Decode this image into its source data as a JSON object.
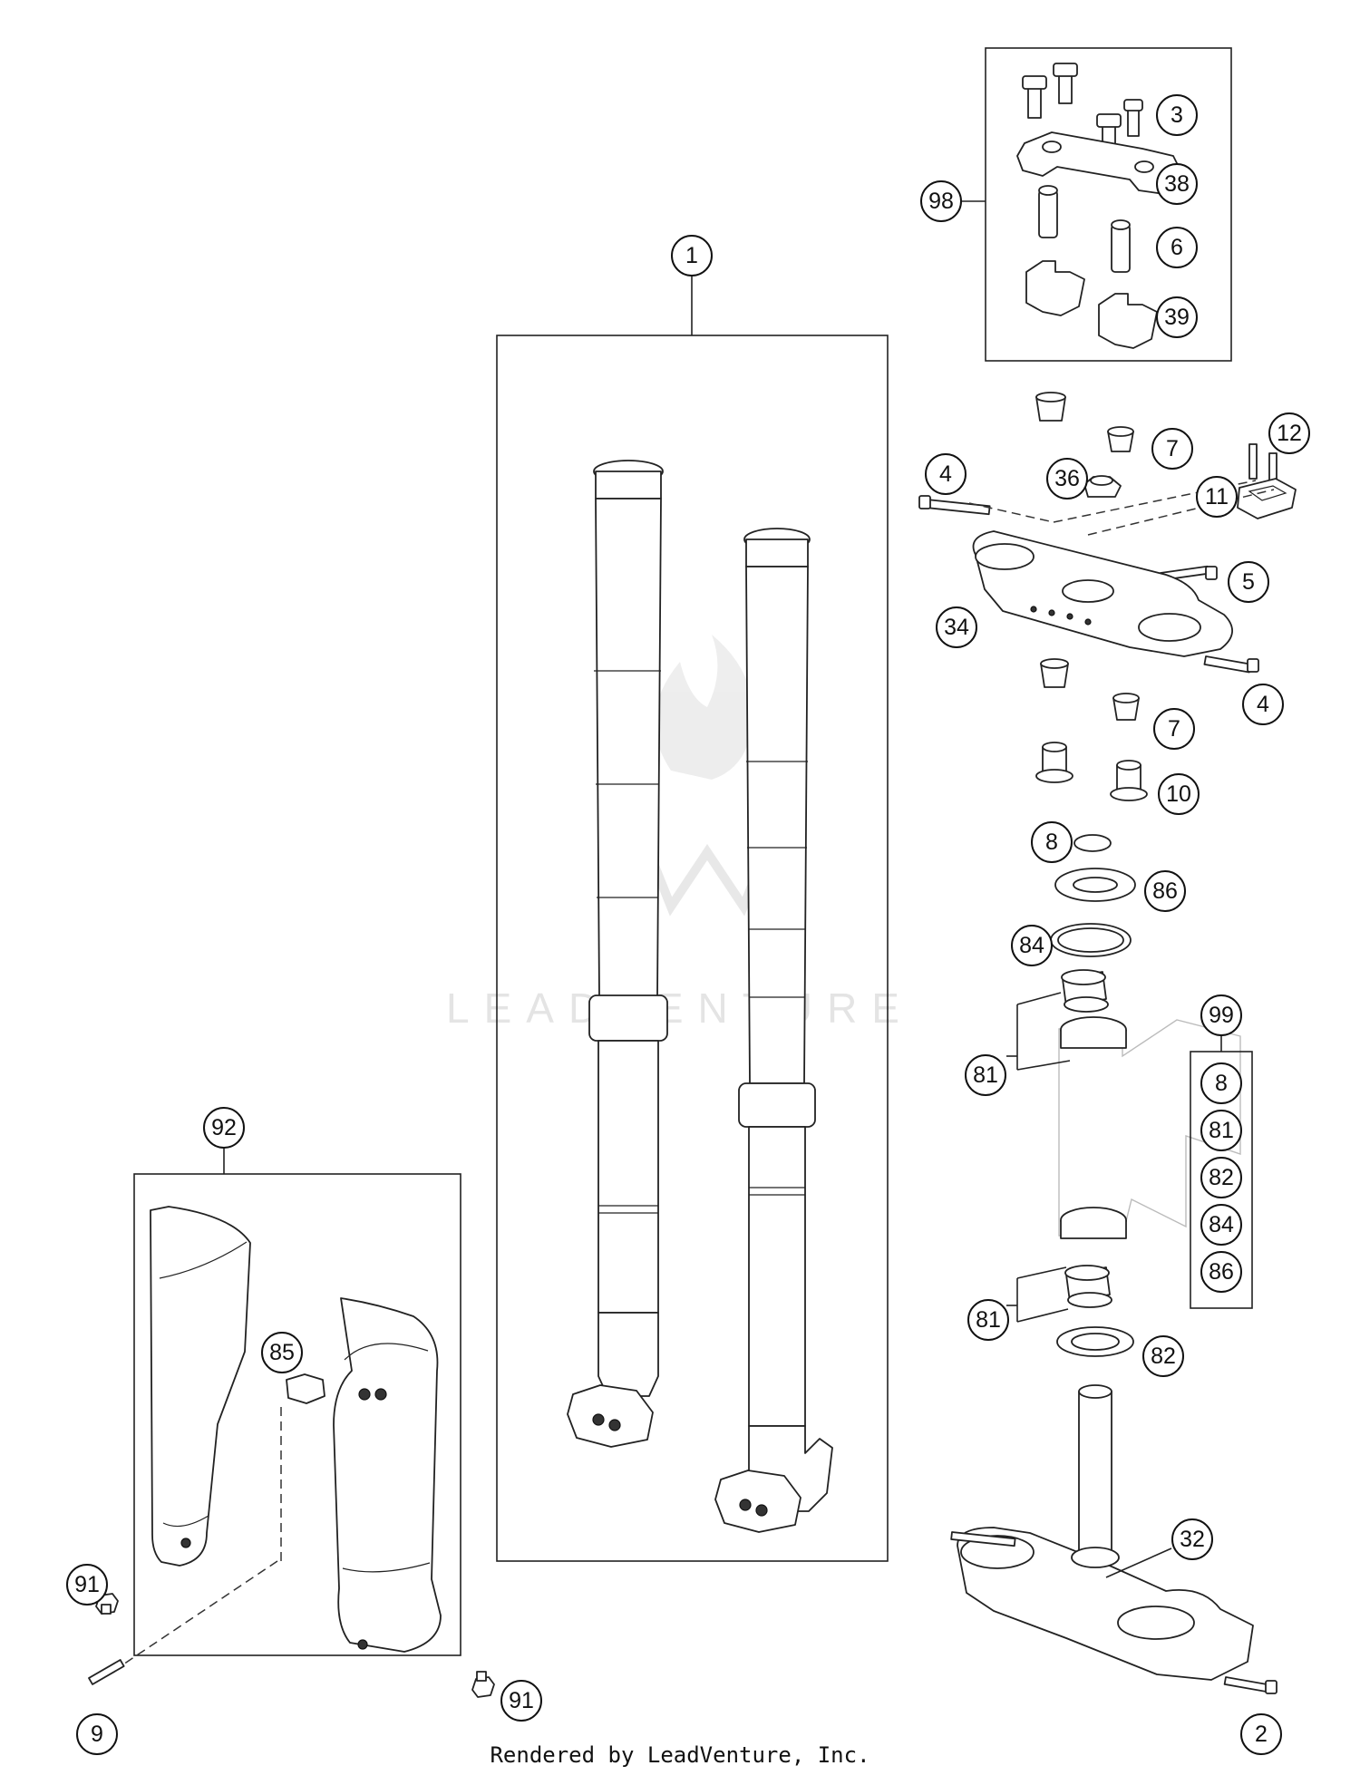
{
  "footer": "Rendered by LeadVenture, Inc.",
  "watermark": "LEADVENTURE",
  "callouts": [
    {
      "id": "c1",
      "label": "1"
    },
    {
      "id": "c2",
      "label": "2"
    },
    {
      "id": "c3",
      "label": "3"
    },
    {
      "id": "c4a",
      "label": "4"
    },
    {
      "id": "c4b",
      "label": "4"
    },
    {
      "id": "c5",
      "label": "5"
    },
    {
      "id": "c6",
      "label": "6"
    },
    {
      "id": "c7a",
      "label": "7"
    },
    {
      "id": "c7b",
      "label": "7"
    },
    {
      "id": "c8",
      "label": "8"
    },
    {
      "id": "c9",
      "label": "9"
    },
    {
      "id": "c10",
      "label": "10"
    },
    {
      "id": "c11",
      "label": "11"
    },
    {
      "id": "c12",
      "label": "12"
    },
    {
      "id": "c32",
      "label": "32"
    },
    {
      "id": "c34",
      "label": "34"
    },
    {
      "id": "c36",
      "label": "36"
    },
    {
      "id": "c38",
      "label": "38"
    },
    {
      "id": "c39",
      "label": "39"
    },
    {
      "id": "c81a",
      "label": "81"
    },
    {
      "id": "c81b",
      "label": "81"
    },
    {
      "id": "c82",
      "label": "82"
    },
    {
      "id": "c84",
      "label": "84"
    },
    {
      "id": "c85",
      "label": "85"
    },
    {
      "id": "c86",
      "label": "86"
    },
    {
      "id": "c91a",
      "label": "91"
    },
    {
      "id": "c91b",
      "label": "91"
    },
    {
      "id": "c92",
      "label": "92"
    },
    {
      "id": "c98",
      "label": "98"
    },
    {
      "id": "c99",
      "label": "99"
    }
  ],
  "kit_99_items": [
    "8",
    "81",
    "82",
    "84",
    "86"
  ]
}
